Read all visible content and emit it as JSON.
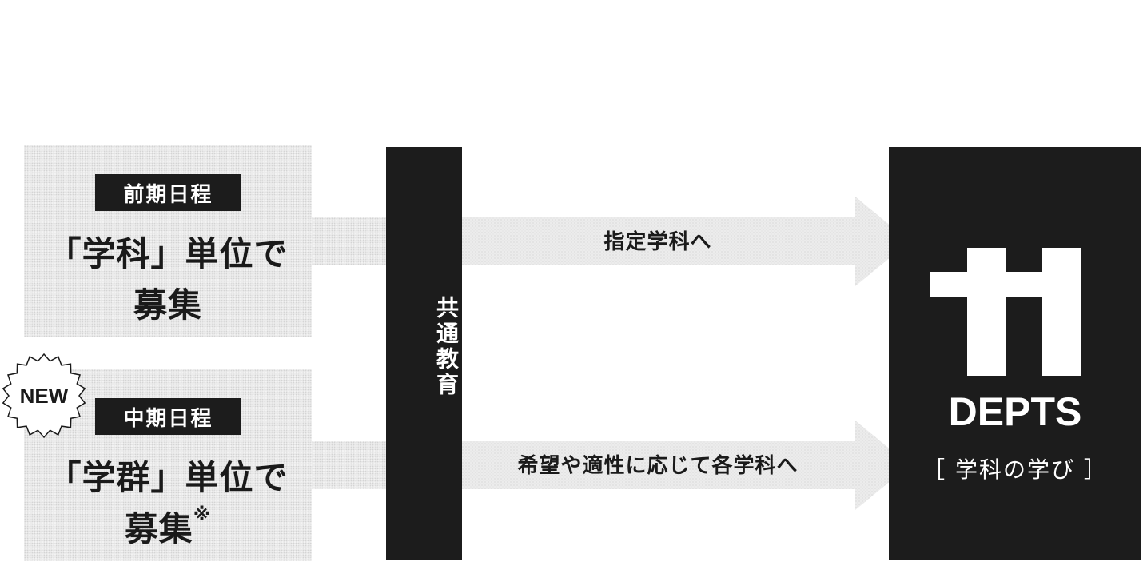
{
  "early_schedule": {
    "tag": "前期日程",
    "line1": "「学科」単位で",
    "line2": "募集"
  },
  "mid_schedule": {
    "badge": "NEW",
    "tag": "中期日程",
    "line1": "「学群」単位で",
    "line2": "募集",
    "note_mark": "※"
  },
  "common_education": {
    "label": "共通教育"
  },
  "arrows": {
    "top_label": "指定学科へ",
    "bottom_label": "希望や適性に応じて各学科へ"
  },
  "departments": {
    "number": "11",
    "word": "DEPTS",
    "subtitle": "［ 学科の学び ］"
  },
  "colors": {
    "dark": "#1c1c1c",
    "light": "#ececec",
    "white": "#ffffff"
  }
}
